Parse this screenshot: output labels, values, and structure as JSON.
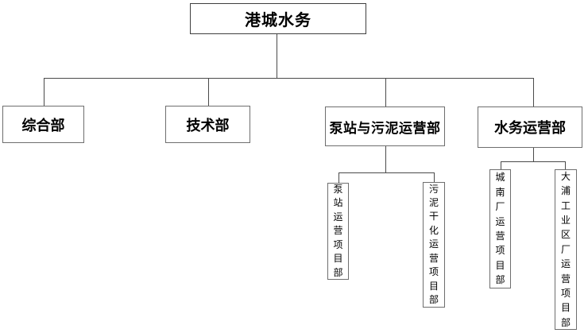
{
  "org": {
    "root": {
      "label": "港城水务"
    },
    "departments": [
      {
        "label": "综合部",
        "children": []
      },
      {
        "label": "技术部",
        "children": []
      },
      {
        "label": "泵站与污泥运营部",
        "children": [
          "泵站运营项目部",
          "污泥干化运营项目部"
        ]
      },
      {
        "label": "水务运营部",
        "children": [
          "城南厂运营项目部",
          "大浦工业区厂运营项目部"
        ]
      }
    ],
    "colors": {
      "line": "#4a4a4a",
      "box_border": "#6e6e6e",
      "root_border": "#3f3f3f",
      "background": "#ffffff",
      "text": "#000000"
    }
  }
}
